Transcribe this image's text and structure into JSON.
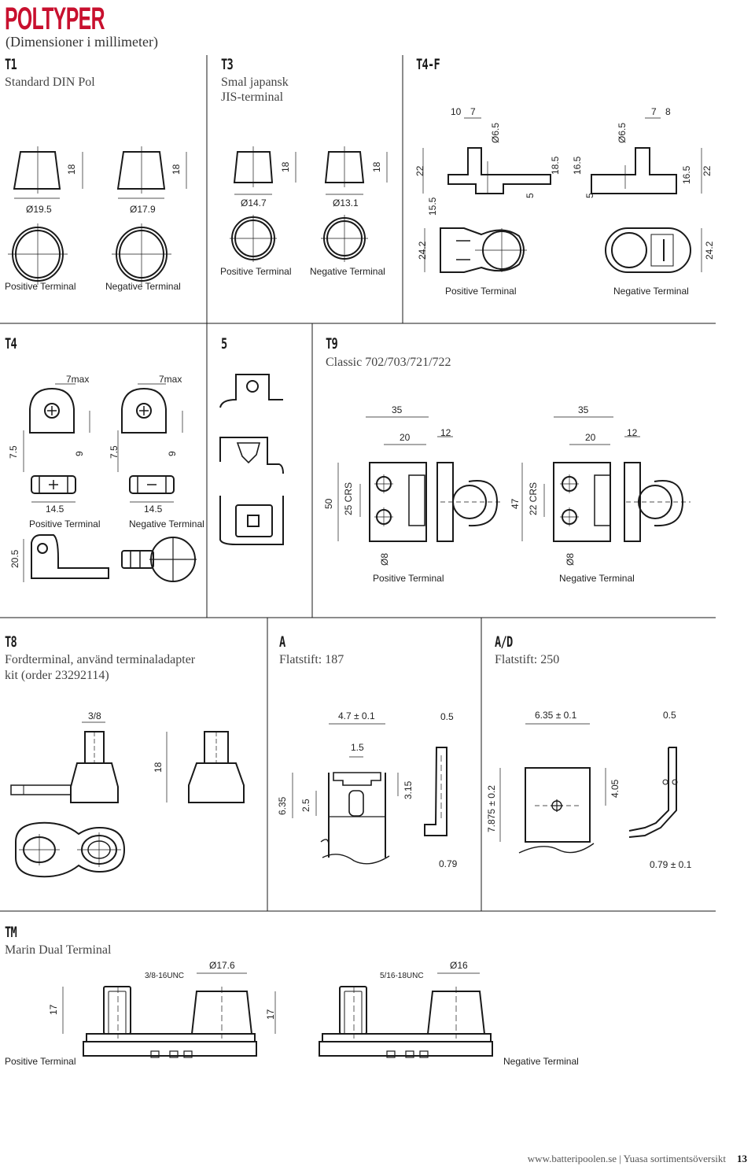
{
  "page": {
    "title": "POLTYPER",
    "subtitle": "(Dimensioner i millimeter)",
    "footer_site": "www.batteripoolen.se | Yuasa sortimentsöversikt",
    "footer_page": "13"
  },
  "common": {
    "positive": "Positive Terminal",
    "negative": "Negative Terminal"
  },
  "t1": {
    "heading": "T1",
    "sub": "Standard DIN Pol",
    "d1": "Ø19.5",
    "d2": "Ø17.9",
    "h1": "18",
    "h2": "18"
  },
  "t3": {
    "heading": "T3",
    "sub1": "Smal japansk",
    "sub2": "JIS-terminal",
    "d1": "Ø14.7",
    "d2": "Ø13.1",
    "h1": "18",
    "h2": "18"
  },
  "t4f": {
    "heading": "T4-F",
    "a": "10",
    "b": "7",
    "c": "Ø6.5",
    "d": "22",
    "e": "15.5",
    "f": "5",
    "g": "18.5",
    "h": "16.5",
    "i": "5",
    "j": "Ø6.5",
    "k": "7",
    "l": "8",
    "m": "16.5",
    "n": "22",
    "o": "24.2",
    "p": "24.2"
  },
  "t4": {
    "heading": "T4",
    "a": "7max",
    "b": "7max",
    "c": "7.5",
    "d": "9",
    "e": "7.5",
    "f": "9",
    "g": "14.5",
    "h": "14.5",
    "i": "20.5"
  },
  "t5": {
    "heading": "5"
  },
  "t9": {
    "heading": "T9",
    "sub": "Classic 702/703/721/722",
    "a": "35",
    "b": "20",
    "c": "12",
    "d": "35",
    "e": "20",
    "f": "12",
    "g": "50",
    "h": "25 CRS",
    "i": "47",
    "j": "22 CRS",
    "k": "Ø8",
    "l": "Ø8"
  },
  "t8": {
    "heading": "T8",
    "sub1": "Fordterminal, använd terminaladapter",
    "sub2": "kit (order 23292114)",
    "a": "3/8",
    "b": "18"
  },
  "a": {
    "heading": "A",
    "sub": "Flatstift: 187",
    "a": "4.7 ± 0.1",
    "b": "0.5",
    "c": "1.5",
    "d": "6.35",
    "e": "2.5",
    "f": "3.15",
    "g": "0.79"
  },
  "ad": {
    "heading": "A/D",
    "sub": "Flatstift: 250",
    "a": "6.35 ± 0.1",
    "b": "0.5",
    "c": "7.875 ± 0.2",
    "d": "4.05",
    "e": "0.79 ± 0.1"
  },
  "tm": {
    "heading": "TM",
    "sub": "Marin Dual Terminal",
    "a": "3/8-16UNC",
    "b": "Ø17.6",
    "c": "17",
    "d": "17",
    "e": "5/16-18UNC",
    "f": "Ø16"
  }
}
